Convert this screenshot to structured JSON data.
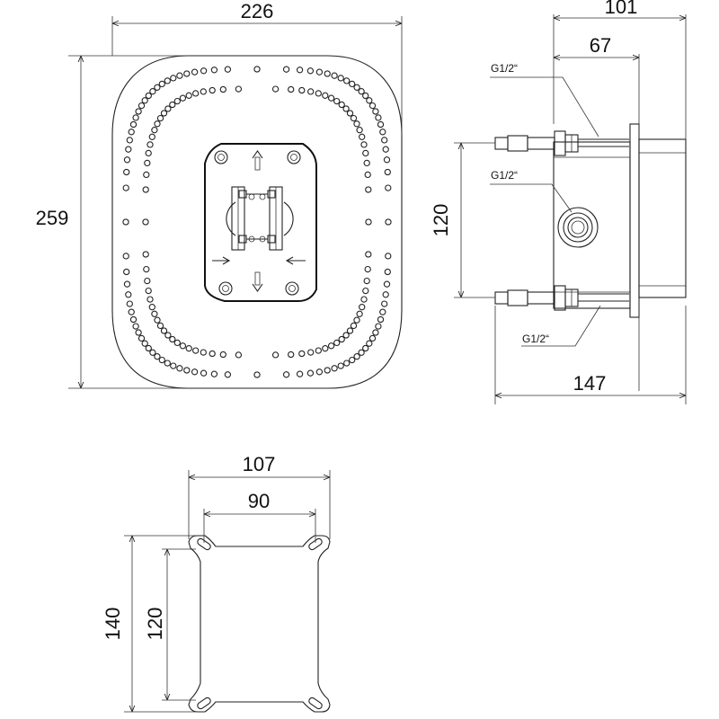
{
  "front_view": {
    "width_label": "226",
    "height_label": "259"
  },
  "side_view": {
    "depth_label": "101",
    "inner_depth_label": "67",
    "pitch_label": "120",
    "total_depth_label": "147",
    "thread_top": "G1/2“",
    "thread_mid": "G1/2“",
    "thread_bottom": "G1/2“"
  },
  "plate_view": {
    "outer_width_label": "107",
    "inner_width_label": "90",
    "outer_height_label": "140",
    "inner_height_label": "120"
  }
}
